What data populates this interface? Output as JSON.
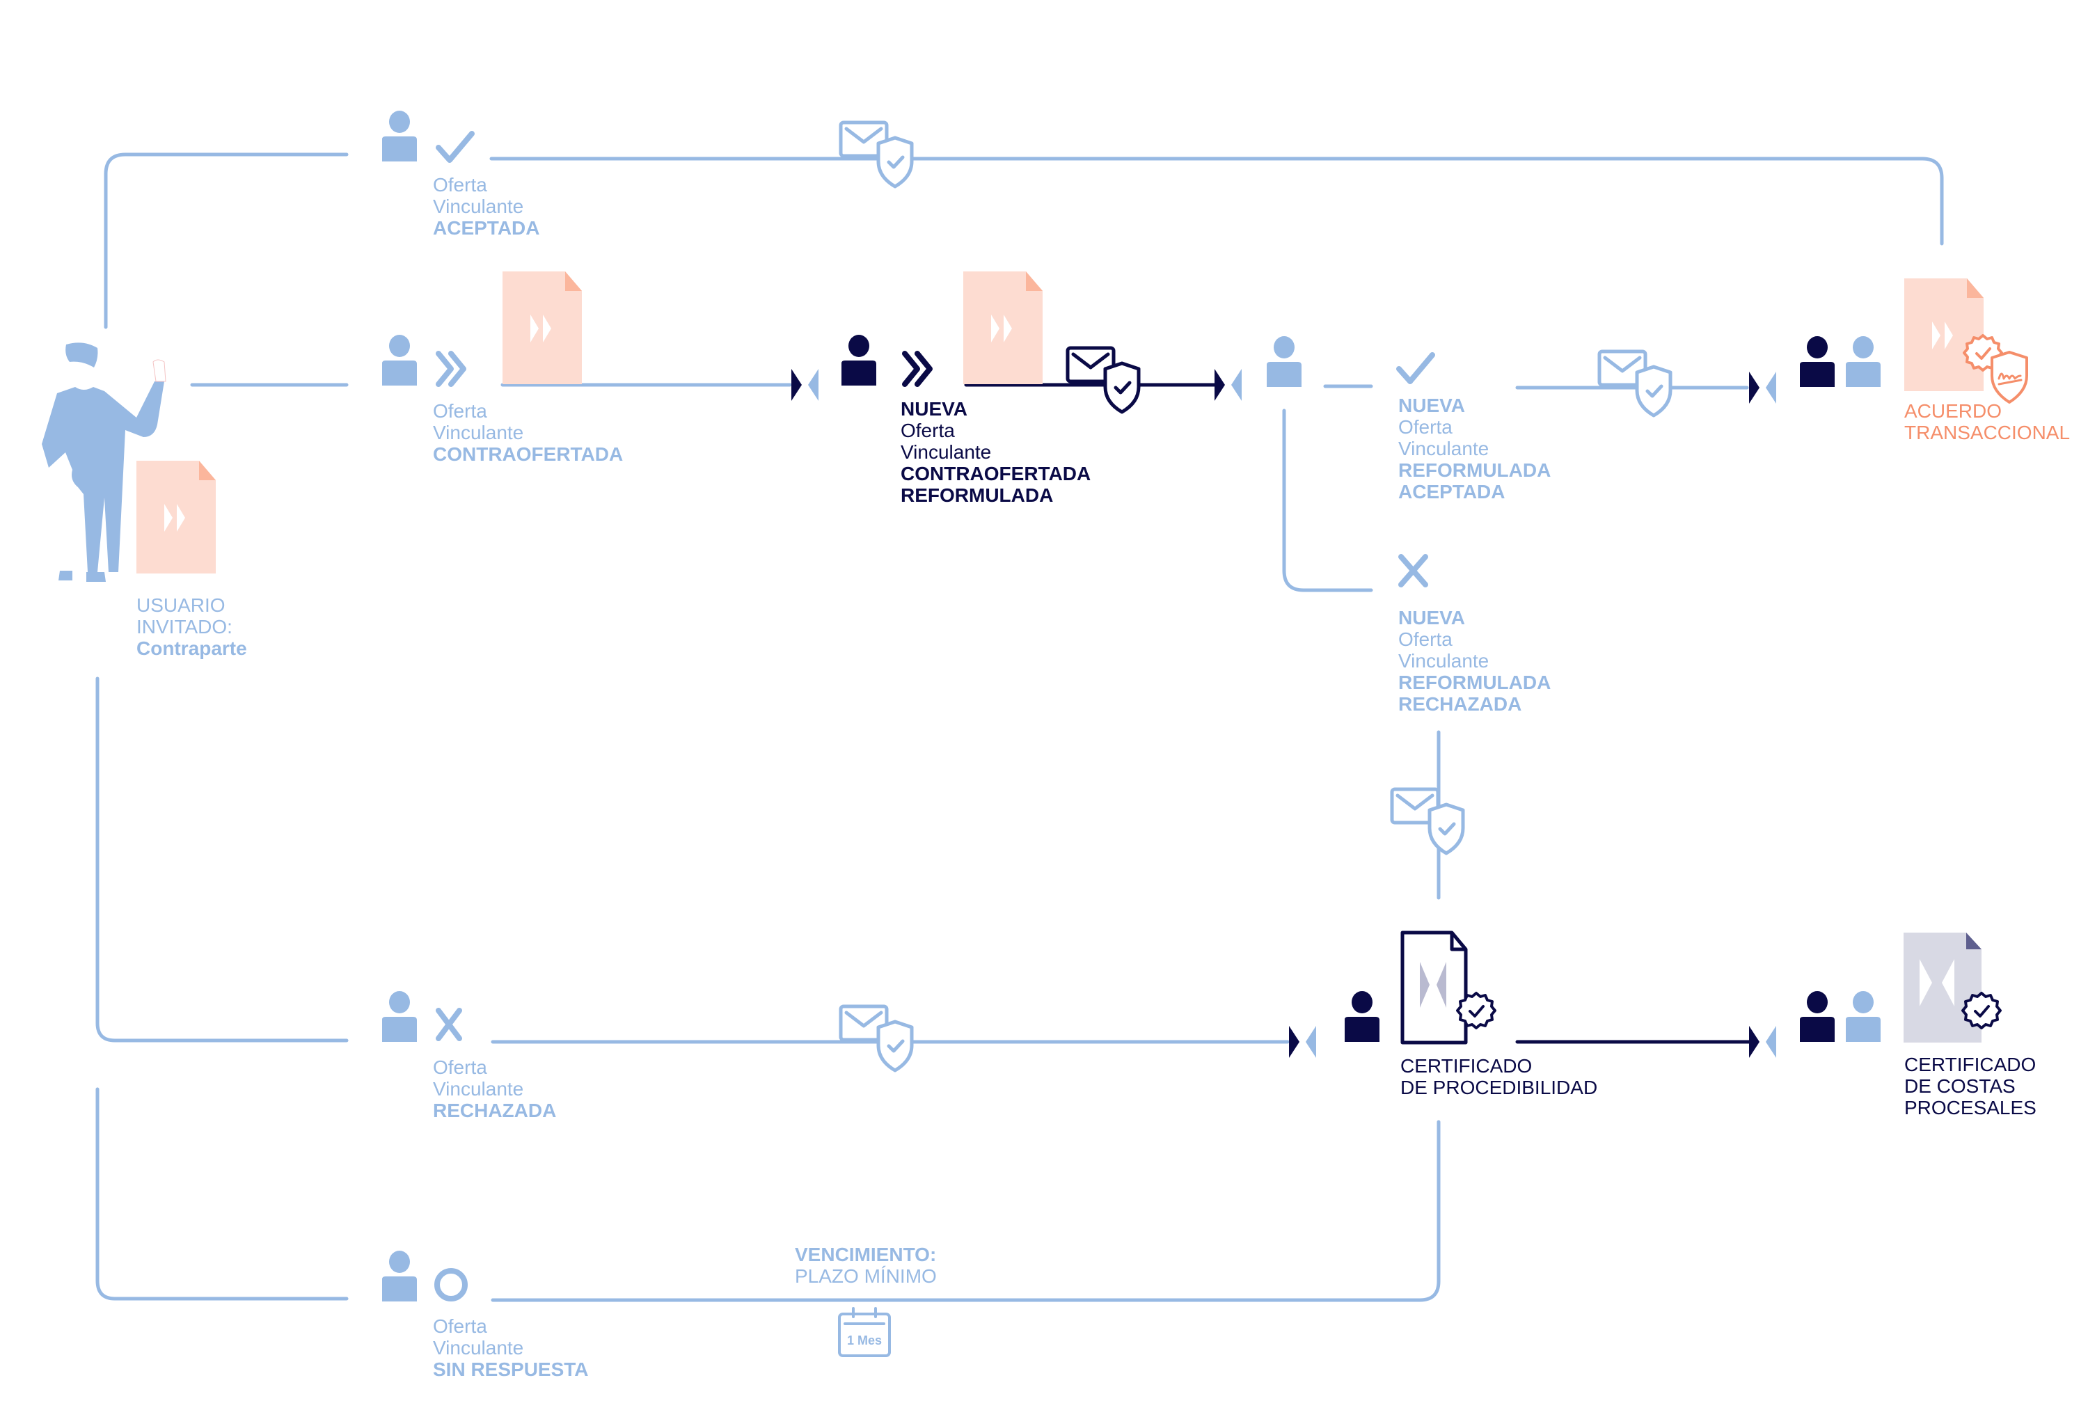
{
  "colors": {
    "light_blue": "#97b9e3",
    "navy": "#0a0a46",
    "peach_doc": "#fddcd1",
    "peach_fold": "#fbb69c",
    "orange": "#f58e6a",
    "grey_doc": "#d8d9e4",
    "grey_fold": "#5e5f8e",
    "grey_mark": "#b9bad0"
  },
  "actor": {
    "icon": "waving-person-figure",
    "label_line1": "USUARIO",
    "label_line2": "INVITADO:",
    "label_line3": "Contraparte"
  },
  "nodes": {
    "aceptada": {
      "icon": "check-icon",
      "line1": "Oferta",
      "line2": "Vinculante",
      "status": "ACEPTADA"
    },
    "contraofertada": {
      "icon": "double-chevron-icon",
      "line1": "Oferta",
      "line2": "Vinculante",
      "status": "CONTRAOFERTADA"
    },
    "nueva_contraofertada": {
      "icon": "double-chevron-icon",
      "prefix": "NUEVA",
      "line1": "Oferta",
      "line2": "Vinculante",
      "status1": "CONTRAOFERTADA",
      "status2": "REFORMULADA"
    },
    "reformulada_aceptada": {
      "icon": "check-icon",
      "prefix": "NUEVA",
      "line1": "Oferta",
      "line2": "Vinculante",
      "status1": "REFORMULADA",
      "status2": "ACEPTADA"
    },
    "reformulada_rechazada": {
      "icon": "x-icon",
      "prefix": "NUEVA",
      "line1": "Oferta",
      "line2": "Vinculante",
      "status1": "REFORMULADA",
      "status2": "RECHAZADA"
    },
    "rechazada": {
      "icon": "x-icon",
      "line1": "Oferta",
      "line2": "Vinculante",
      "status": "RECHAZADA"
    },
    "sin_respuesta": {
      "icon": "circle-icon",
      "line1": "Oferta",
      "line2": "Vinculante",
      "status": "SIN RESPUESTA"
    }
  },
  "outcomes": {
    "acuerdo": {
      "line1": "ACUERDO",
      "line2": "TRANSACCIONAL"
    },
    "procedibilidad": {
      "line1": "CERTIFICADO",
      "line2": "DE PROCEDIBILIDAD"
    },
    "costas": {
      "line1": "CERTIFICADO",
      "line2": "DE COSTAS",
      "line3": "PROCESALES"
    }
  },
  "deadline": {
    "title": "VENCIMIENTO:",
    "subtitle": "PLAZO MÍNIMO",
    "calendar_label": "1 Mes"
  }
}
